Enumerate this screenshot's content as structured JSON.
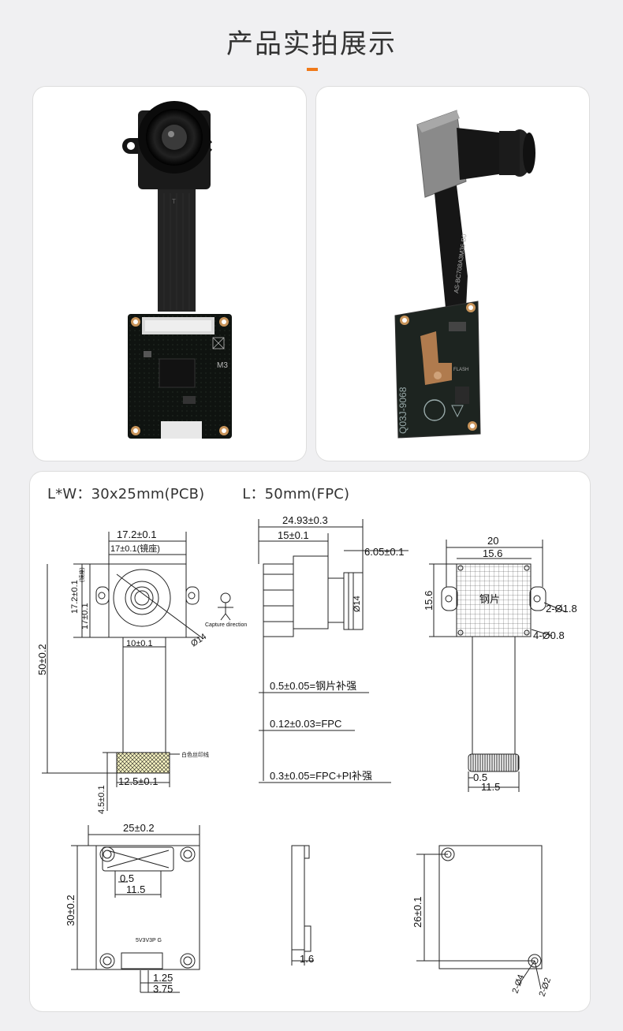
{
  "page": {
    "title": "产品实拍展示"
  },
  "photos": [
    {
      "caption": "",
      "pcb_mark": "M3",
      "fpc_mark": "T"
    },
    {
      "caption": "",
      "pcb_mark": "Q03J-9068",
      "fpc_mark": "AS-BC708A3M36-B0",
      "flash_mark": "FLASH"
    }
  ],
  "dimensions": {
    "lw_label": "L*W：30x25mm(PCB)",
    "l_label": "L：50mm(FPC)"
  },
  "drawing": {
    "front": {
      "top_w": "17.2±0.1",
      "lens_w": "17±0.1(镜座)",
      "h1": "17.2±0.1",
      "h1b": "(镜座)",
      "h2": "17±0.1",
      "lens_d": "Ø14",
      "mount_w": "10±0.1",
      "total_h": "50±0.2",
      "conn_w": "12.5±0.1",
      "conn_h": "4.5±0.1",
      "silk_label": "白色丝印线",
      "capture_label": "Capture direction"
    },
    "side": {
      "total_w": "24.93±0.3",
      "mount_w": "15±0.1",
      "lens_w": "6.05±0.1",
      "lens_d": "Ø14",
      "note1": "0.5±0.05=钢片补强",
      "note2": "0.12±0.03=FPC",
      "note3": "0.3±0.05=FPC+PI补强"
    },
    "back": {
      "w1": "20",
      "w2": "15.6",
      "h": "15.6",
      "hole1": "2-Ø1.8",
      "hole2": "4-Ø0.8",
      "plate_label": "钢片",
      "pin_w": "0.5",
      "conn_w": "11.5"
    },
    "pcb_top": {
      "w": "25±0.2",
      "h": "30±0.2",
      "pin_w": "0.5",
      "conn_w": "11.5",
      "pin_label": "5V3V3P G",
      "pin_pitch": "1.25",
      "conn_pitch": "3.75"
    },
    "pcb_side": {
      "thick": "1.6"
    },
    "pcb_bottom": {
      "h": "26±0.1",
      "hole1": "2-Ø4",
      "hole2": "2-Ø2"
    }
  }
}
